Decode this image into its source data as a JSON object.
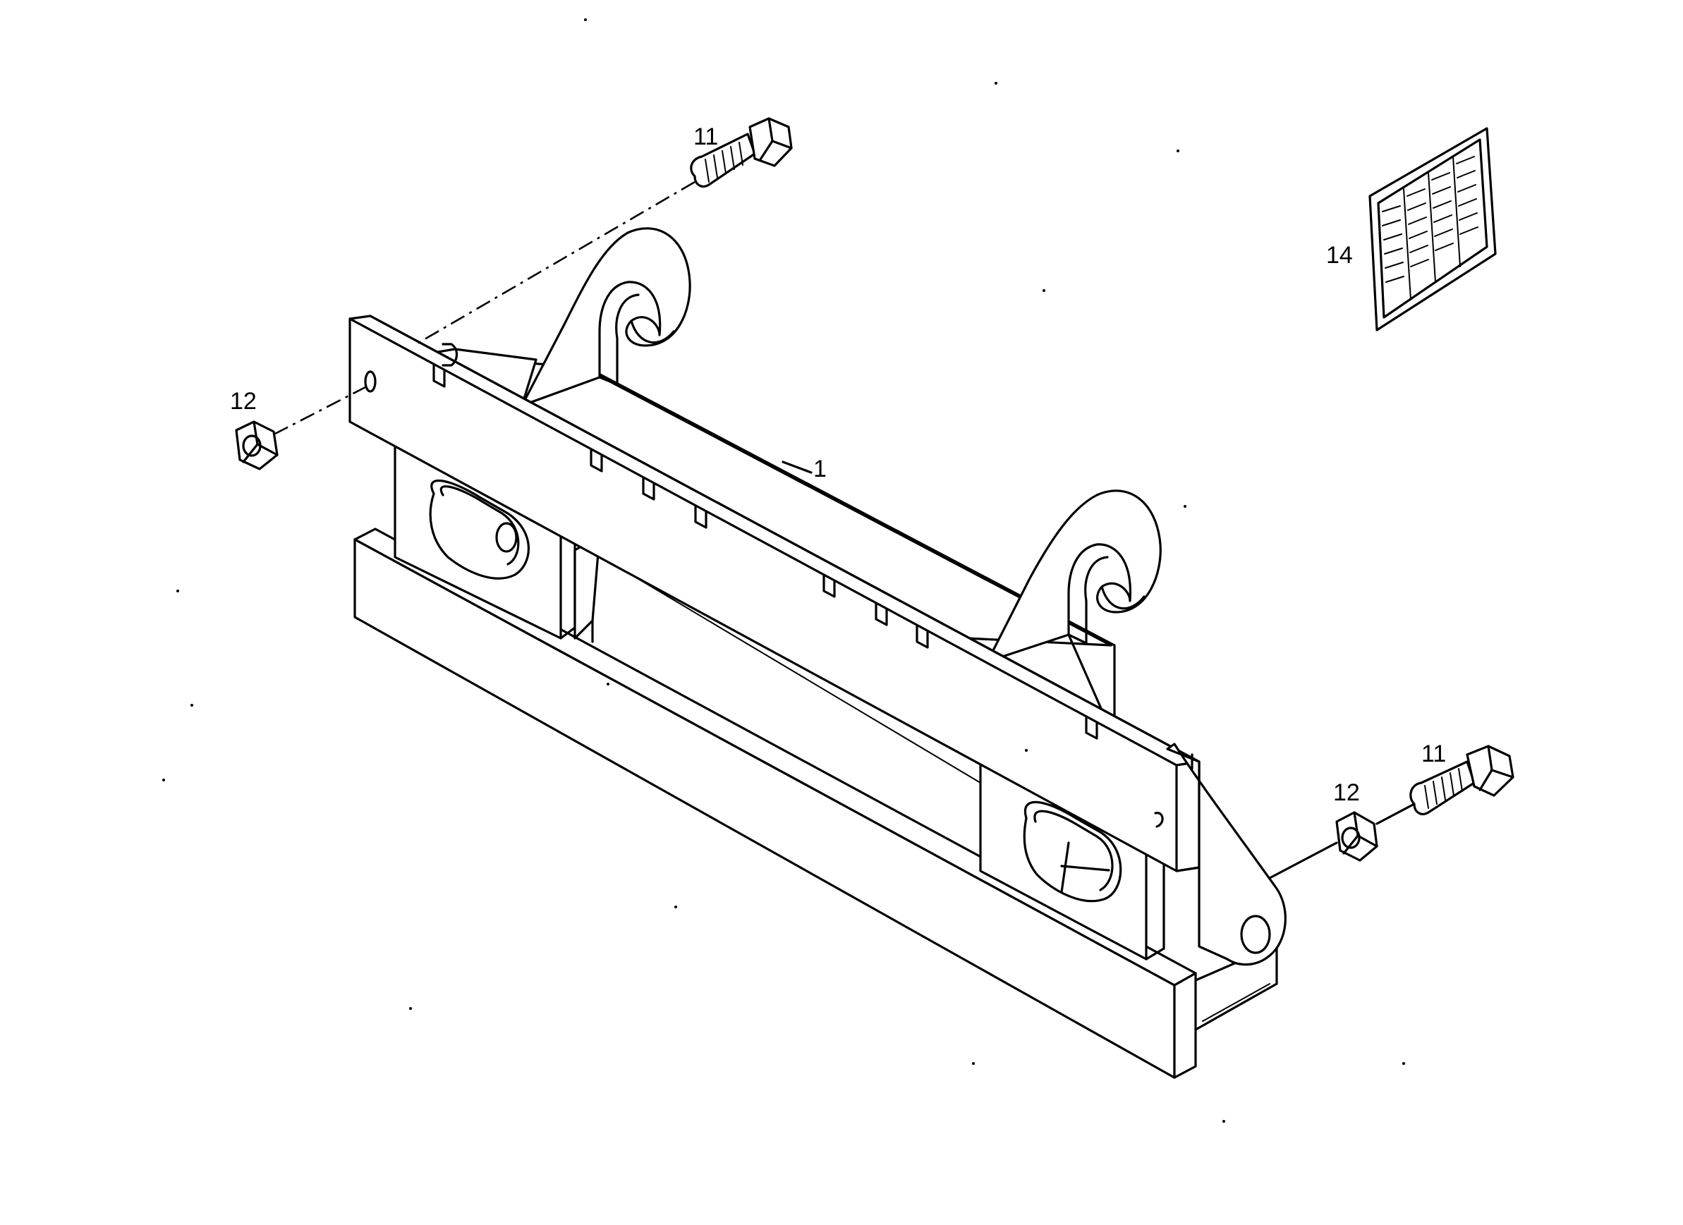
{
  "diagram": {
    "callouts": {
      "main_frame": "1",
      "bolt_upper": "11",
      "bolt_right": "11",
      "nut_left": "12",
      "nut_right": "12",
      "decal": "14"
    }
  },
  "colors": {
    "line": "#000000",
    "background": "#ffffff"
  }
}
